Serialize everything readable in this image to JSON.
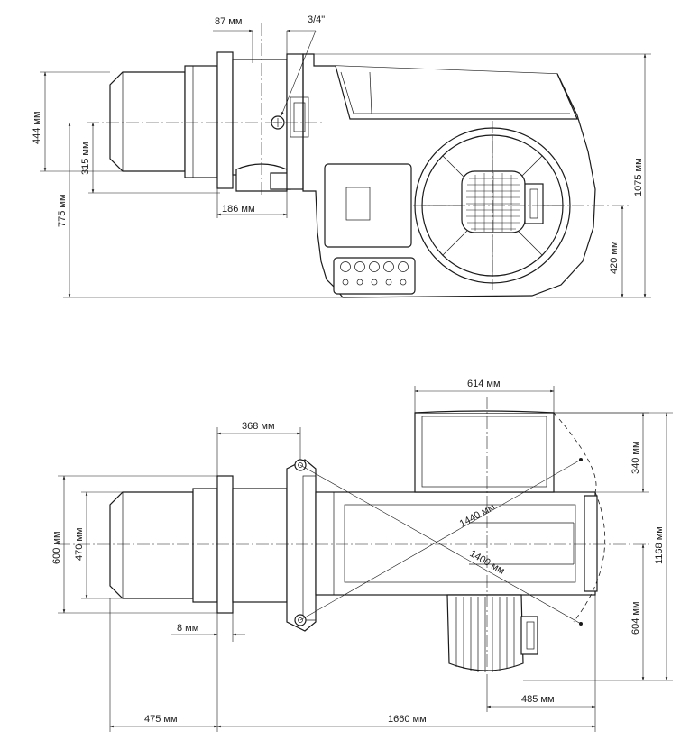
{
  "dimensions": {
    "d87": "87 мм",
    "thread": "3/4\"",
    "d444": "444 мм",
    "d315": "315 мм",
    "d775": "775 мм",
    "d186": "186 мм",
    "d1075": "1075 мм",
    "d420": "420 мм",
    "d614": "614 мм",
    "d368": "368 мм",
    "d340": "340 мм",
    "d1440": "1440 мм",
    "d600": "600 мм",
    "d470": "470 мм",
    "d1400": "1400 мм",
    "d1168": "1168 мм",
    "d604": "604 мм",
    "d8": "8 мм",
    "d485": "485 мм",
    "d475": "475 мм",
    "d1660": "1660 мм"
  }
}
